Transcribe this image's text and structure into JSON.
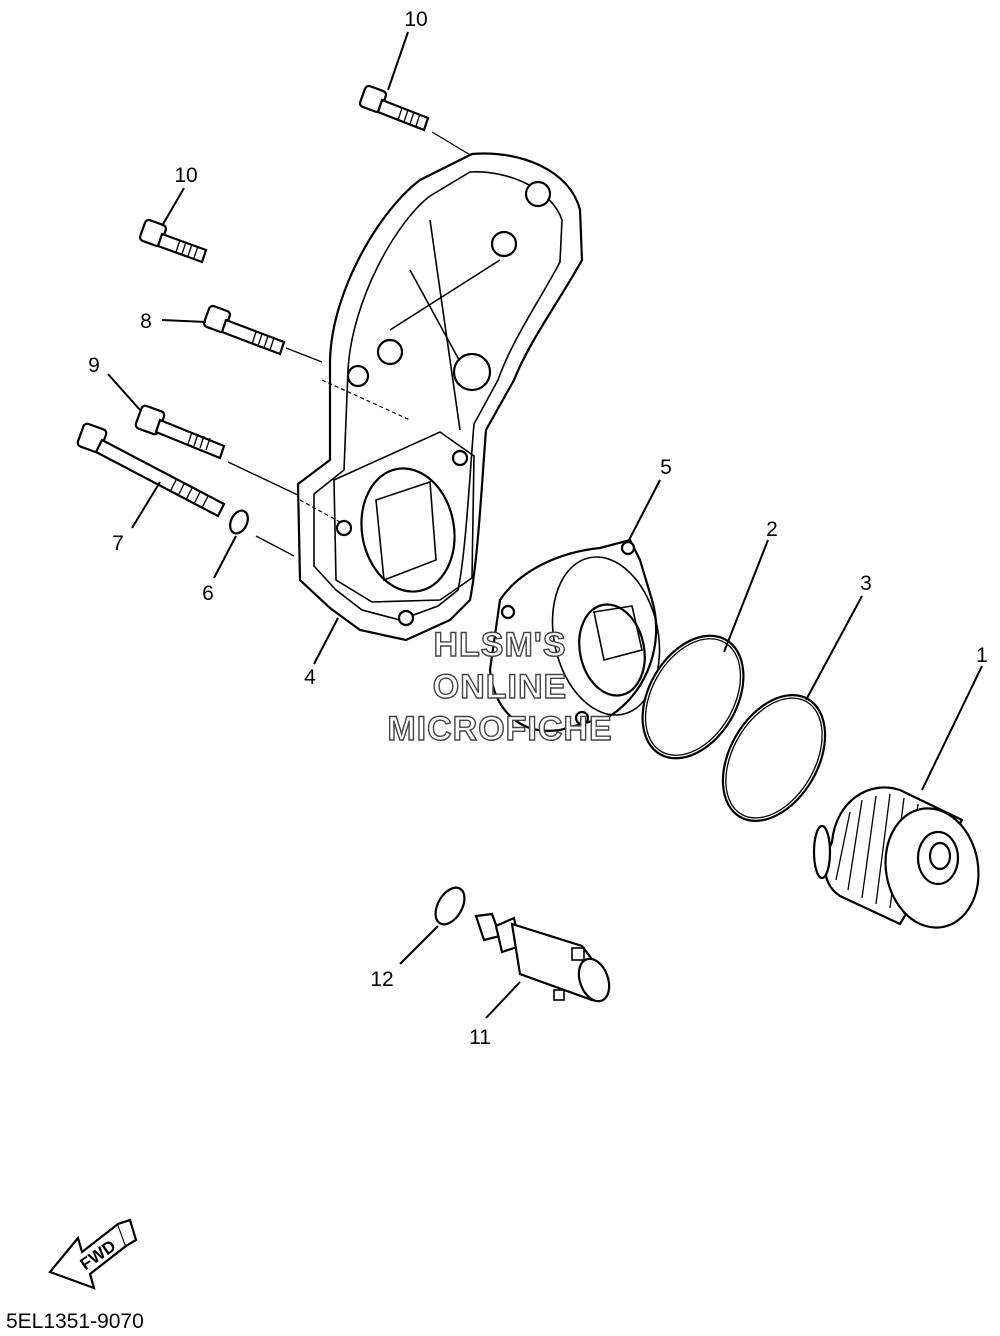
{
  "diagram": {
    "callouts": [
      {
        "id": "c1",
        "text": "1"
      },
      {
        "id": "c2",
        "text": "2"
      },
      {
        "id": "c3",
        "text": "3"
      },
      {
        "id": "c4",
        "text": "4"
      },
      {
        "id": "c5",
        "text": "5"
      },
      {
        "id": "c6",
        "text": "6"
      },
      {
        "id": "c7",
        "text": "7"
      },
      {
        "id": "c8",
        "text": "8"
      },
      {
        "id": "c9",
        "text": "9"
      },
      {
        "id": "c10a",
        "text": "10"
      },
      {
        "id": "c10b",
        "text": "10"
      },
      {
        "id": "c11",
        "text": "11"
      },
      {
        "id": "c12",
        "text": "12"
      }
    ],
    "watermark": [
      "HLSM'S",
      "ONLINE",
      "MICROFICHE"
    ],
    "fwd_label": "FWD",
    "diagram_code": "5EL1351-9070"
  }
}
